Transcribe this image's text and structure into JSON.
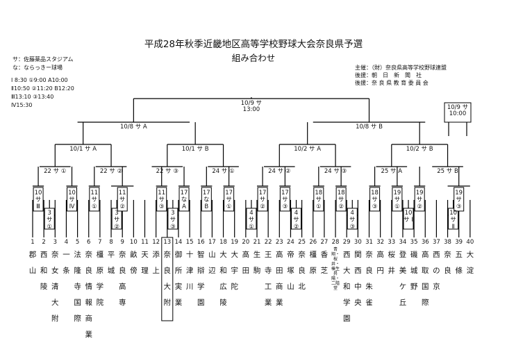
{
  "title": "平成28年秋季近畿地区高等学校野球大会奈良県予選",
  "subtitle": "組み合わせ",
  "legend": {
    "venue_sa": "サ：佐藤薬品スタジアム",
    "venue_na": "な：ならっきー球場",
    "time_1": "Ⅰ 8:30 ①9:00 A10:00",
    "time_2": "Ⅱ10:50 ②11:20 B12:20",
    "time_3": "Ⅲ13:10 ③13:40",
    "time_4": "Ⅳ15:30"
  },
  "organizers": {
    "host": "主催：（財）奈良県高等学校野球連盟",
    "support1": "後援：朝　日　新　聞　社",
    "support2": "後援：奈 良 県 教 育 委 員 会"
  },
  "games": [
    {
      "id": "final",
      "text": "10/9 サ 13:00"
    },
    {
      "id": "third",
      "text": "10/9 サ 10:00"
    },
    {
      "id": "sf-left",
      "text": "10/8 サ A"
    },
    {
      "id": "sf-right",
      "text": "10/8 サ B"
    },
    {
      "id": "qf1",
      "text": "10/1 サ A"
    },
    {
      "id": "qf2",
      "text": "10/1 サ B"
    },
    {
      "id": "qf3",
      "text": "10/2 サ A"
    },
    {
      "id": "qf4",
      "text": "10/2 サ B"
    },
    {
      "id": "r16-1",
      "text": "22 サ ①"
    },
    {
      "id": "r16-2",
      "text": "22 サ ②"
    },
    {
      "id": "r16-3",
      "text": "22 サ ③"
    },
    {
      "id": "r16-4",
      "text": "24 サ ①"
    },
    {
      "id": "r16-5",
      "text": "24 サ ②"
    },
    {
      "id": "r16-6",
      "text": "24 サ ③"
    },
    {
      "id": "r16-7",
      "text": "25 サ A"
    },
    {
      "id": "r16-8",
      "text": "25 サ B"
    },
    {
      "id": "r1-a",
      "text": "10 サ Ⅲ"
    },
    {
      "id": "r1-b",
      "text": "10 サ Ⅳ"
    },
    {
      "id": "r1-c",
      "text": "11 サ ①"
    },
    {
      "id": "r1-d",
      "text": "11 サ ②"
    },
    {
      "id": "r1-e",
      "text": "11 サ ③"
    },
    {
      "id": "r1-f",
      "text": "17 な A"
    },
    {
      "id": "r1-g",
      "text": "17 な B"
    },
    {
      "id": "r1-h",
      "text": "17 サ ①"
    },
    {
      "id": "r1-i",
      "text": "17 サ ②"
    },
    {
      "id": "r1-j",
      "text": "17 サ ③"
    },
    {
      "id": "r1-k",
      "text": "18 サ ①"
    },
    {
      "id": "r1-l",
      "text": "18 サ ②"
    },
    {
      "id": "r1-m",
      "text": "18 サ ③"
    },
    {
      "id": "r1-n",
      "text": "19 サ ①"
    },
    {
      "id": "r1-o",
      "text": "19 サ ②"
    },
    {
      "id": "r1-p",
      "text": "19 サ ③"
    },
    {
      "id": "p-1",
      "text": "3 サ ①"
    },
    {
      "id": "p-2",
      "text": "3 サ ②"
    },
    {
      "id": "p-3",
      "text": "3 サ ③"
    },
    {
      "id": "p-4",
      "text": "4 サ ①"
    },
    {
      "id": "p-5",
      "text": "4 サ ②"
    },
    {
      "id": "p-6",
      "text": "4 サ ③"
    },
    {
      "id": "p-7",
      "text": "10 サ Ⅰ"
    },
    {
      "id": "p-8",
      "text": "10 サ Ⅱ"
    }
  ],
  "teams": [
    {
      "n": "1",
      "name": "郡山"
    },
    {
      "n": "2",
      "name": "西和陵"
    },
    {
      "n": "3",
      "name": "奈女清大附"
    },
    {
      "n": "4",
      "name": "一条"
    },
    {
      "n": "5",
      "name": "法隆寺国際"
    },
    {
      "n": "6",
      "name": "奈良情報商業"
    },
    {
      "n": "7",
      "name": "橿原学院"
    },
    {
      "n": "8",
      "name": "平城"
    },
    {
      "n": "9",
      "name": "奈良高専"
    },
    {
      "n": "10",
      "name": "畝傍"
    },
    {
      "n": "11",
      "name": "天理"
    },
    {
      "n": "12",
      "name": "添上"
    },
    {
      "n": "13",
      "name": "奈良大附"
    },
    {
      "n": "14",
      "name": "御所実業"
    },
    {
      "n": "15",
      "name": "十津川"
    },
    {
      "n": "16",
      "name": "智辯学園"
    },
    {
      "n": "17",
      "name": "山辺"
    },
    {
      "n": "18",
      "name": "大和広陵"
    },
    {
      "n": "19",
      "name": "大宇陀"
    },
    {
      "n": "20",
      "name": "高田"
    },
    {
      "n": "21",
      "name": "生駒"
    },
    {
      "n": "22",
      "name": "王寺工業"
    },
    {
      "n": "23",
      "name": "高田商業"
    },
    {
      "n": "24",
      "name": "帝塚山"
    },
    {
      "n": "25",
      "name": "奈良北"
    },
    {
      "n": "26",
      "name": "橿原"
    },
    {
      "n": "27",
      "name": "香芝"
    },
    {
      "n": "28",
      "name": "青翔・桜井・榛生昇陽・二階堂"
    },
    {
      "n": "29",
      "name": "西大和学園"
    },
    {
      "n": "30",
      "name": "関西中央"
    },
    {
      "n": "31",
      "name": "奈良朱雀"
    },
    {
      "n": "32",
      "name": "高円"
    },
    {
      "n": "33",
      "name": "桜井"
    },
    {
      "n": "34",
      "name": "登美ケ丘"
    },
    {
      "n": "35",
      "name": "磯城野"
    },
    {
      "n": "36",
      "name": "高取国際"
    },
    {
      "n": "37",
      "name": "西の京"
    },
    {
      "n": "38",
      "name": "奈良"
    },
    {
      "n": "39",
      "name": "五條"
    },
    {
      "n": "40",
      "name": "大淀"
    }
  ]
}
